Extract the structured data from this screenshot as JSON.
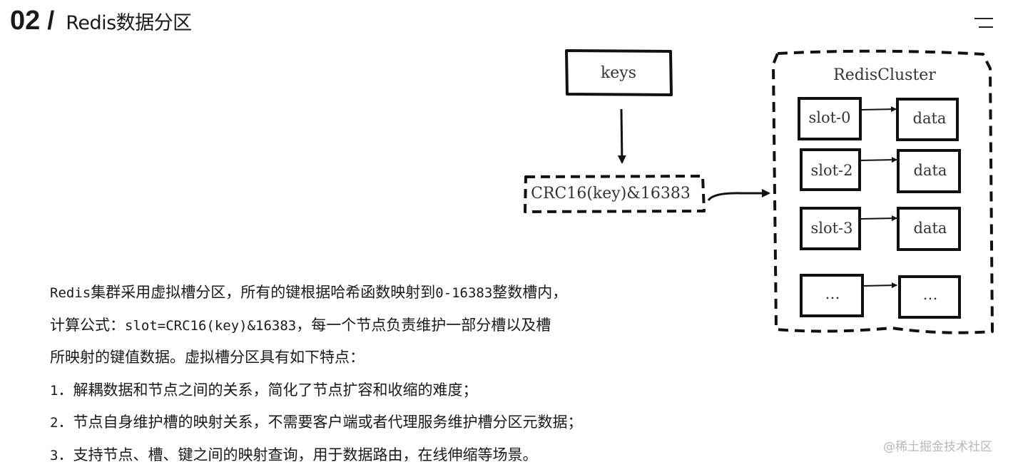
{
  "header": {
    "number": "02",
    "slash": "/",
    "title": "Redis数据分区"
  },
  "menu": {
    "icon": "menu-icon"
  },
  "diagram": {
    "keys_label": "keys",
    "hash_label": "CRC16(key)&16383",
    "cluster_label": "RedisCluster",
    "rows": [
      {
        "slot": "slot-0",
        "data": "data"
      },
      {
        "slot": "slot-2",
        "data": "data"
      },
      {
        "slot": "slot-3",
        "data": "data"
      },
      {
        "slot": "…",
        "data": "…"
      }
    ]
  },
  "content": {
    "line1": [
      "Redis",
      "集群采用虚拟槽分区，所有的键根据哈希函数映射到",
      "0-16383",
      "整数槽内，"
    ],
    "line2": [
      "计算公式：",
      "slot=CRC16(key)&16383",
      "，每一个节点负责维护一部分槽以及槽"
    ],
    "line3": "所映射的键值数据。虚拟槽分区具有如下特点：",
    "items": [
      {
        "num": "1",
        "text": "．解耦数据和节点之间的关系，简化了节点扩容和收缩的难度；"
      },
      {
        "num": "2",
        "text": "．节点自身维护槽的映射关系，不需要客户端或者代理服务维护槽分区元数据；"
      },
      {
        "num": "3",
        "text": "．支持节点、槽、键之间的映射查询，用于数据路由，在线伸缩等场景。"
      }
    ]
  },
  "watermark": "@稀土掘金技术社区"
}
